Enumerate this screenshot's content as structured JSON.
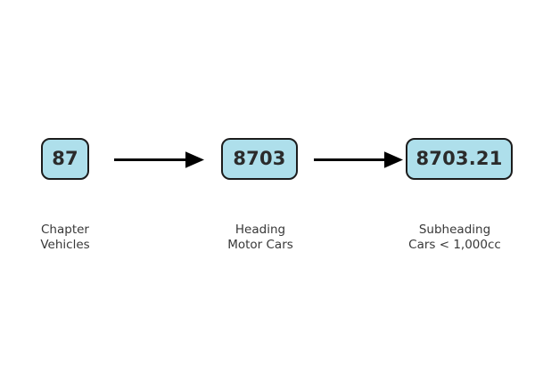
{
  "diagram": {
    "type": "flow",
    "orientation": "left-to-right",
    "background_color": "#ffffff",
    "node_fill_color": "#aedfeb",
    "node_border_color": "#1c1c1c",
    "node_text_color": "#2b2b2b",
    "caption_text_color": "#383838",
    "arrow_color": "#000000",
    "nodes": [
      {
        "code": "87",
        "caption_title": "Chapter",
        "caption_detail": "Vehicles"
      },
      {
        "code": "8703",
        "caption_title": "Heading",
        "caption_detail": "Motor Cars"
      },
      {
        "code": "8703.21",
        "caption_title": "Subheading",
        "caption_detail": "Cars < 1,000cc"
      }
    ],
    "connectors": [
      {
        "name": "arrow-1",
        "from": "87",
        "to": "8703"
      },
      {
        "name": "arrow-2",
        "from": "8703",
        "to": "8703.21"
      }
    ]
  }
}
